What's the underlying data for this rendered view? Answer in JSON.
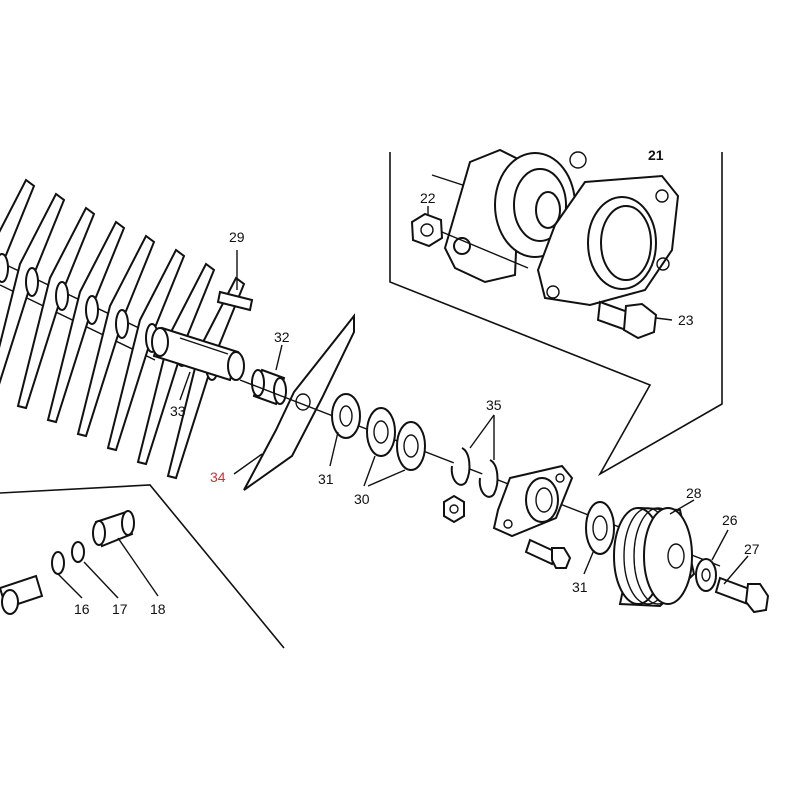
{
  "diagram": {
    "highlight_color": "#d32f2f",
    "line_color": "#111111",
    "callouts": [
      {
        "id": "c21",
        "text": "21",
        "highlight": false
      },
      {
        "id": "c22",
        "text": "22",
        "highlight": false
      },
      {
        "id": "c23",
        "text": "23",
        "highlight": false
      },
      {
        "id": "c29",
        "text": "29",
        "highlight": false
      },
      {
        "id": "c32",
        "text": "32",
        "highlight": false
      },
      {
        "id": "c33",
        "text": "33",
        "highlight": false
      },
      {
        "id": "c34",
        "text": "34",
        "highlight": true
      },
      {
        "id": "c31a",
        "text": "31",
        "highlight": false
      },
      {
        "id": "c30",
        "text": "30",
        "highlight": false
      },
      {
        "id": "c35",
        "text": "35",
        "highlight": false
      },
      {
        "id": "c28",
        "text": "28",
        "highlight": false
      },
      {
        "id": "c26",
        "text": "26",
        "highlight": false
      },
      {
        "id": "c27",
        "text": "27",
        "highlight": false
      },
      {
        "id": "c31b",
        "text": "31",
        "highlight": false
      },
      {
        "id": "c16",
        "text": "16",
        "highlight": false
      },
      {
        "id": "c17",
        "text": "17",
        "highlight": false
      },
      {
        "id": "c18",
        "text": "18",
        "highlight": false
      }
    ]
  }
}
